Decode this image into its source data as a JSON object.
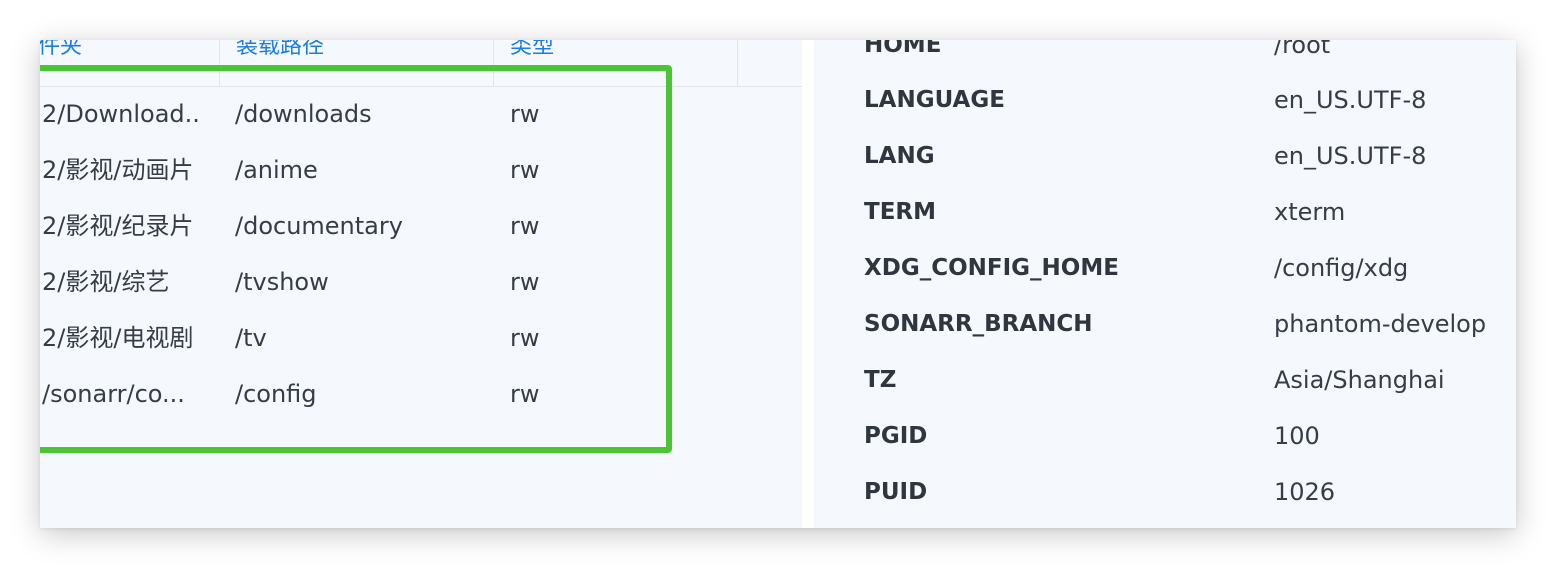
{
  "volume_table": {
    "headers": [
      "文件夹",
      "装载路径",
      "类型"
    ],
    "rows": [
      {
        "folder": "2/Download...",
        "mount": "/downloads",
        "type": "rw"
      },
      {
        "folder": "2/影视/动画片",
        "mount": "/anime",
        "type": "rw"
      },
      {
        "folder": "2/影视/纪录片",
        "mount": "/documentary",
        "type": "rw"
      },
      {
        "folder": "2/影视/综艺",
        "mount": "/tvshow",
        "type": "rw"
      },
      {
        "folder": "2/影视/电视剧",
        "mount": "/tv",
        "type": "rw"
      },
      {
        "folder": "/sonarr/co...",
        "mount": "/config",
        "type": "rw"
      }
    ]
  },
  "environment": {
    "rows": [
      {
        "key": "HOME",
        "value": "/root"
      },
      {
        "key": "LANGUAGE",
        "value": "en_US.UTF-8"
      },
      {
        "key": "LANG",
        "value": "en_US.UTF-8"
      },
      {
        "key": "TERM",
        "value": "xterm"
      },
      {
        "key": "XDG_CONFIG_HOME",
        "value": "/config/xdg"
      },
      {
        "key": "SONARR_BRANCH",
        "value": "phantom-develop"
      },
      {
        "key": "TZ",
        "value": "Asia/Shanghai"
      },
      {
        "key": "PGID",
        "value": "100"
      },
      {
        "key": "PUID",
        "value": "1026"
      }
    ]
  },
  "colors": {
    "header_link": "#1a7ee0",
    "highlight": "#4bc535",
    "panel_bg": "#f5f8fc",
    "text": "#363d47"
  }
}
